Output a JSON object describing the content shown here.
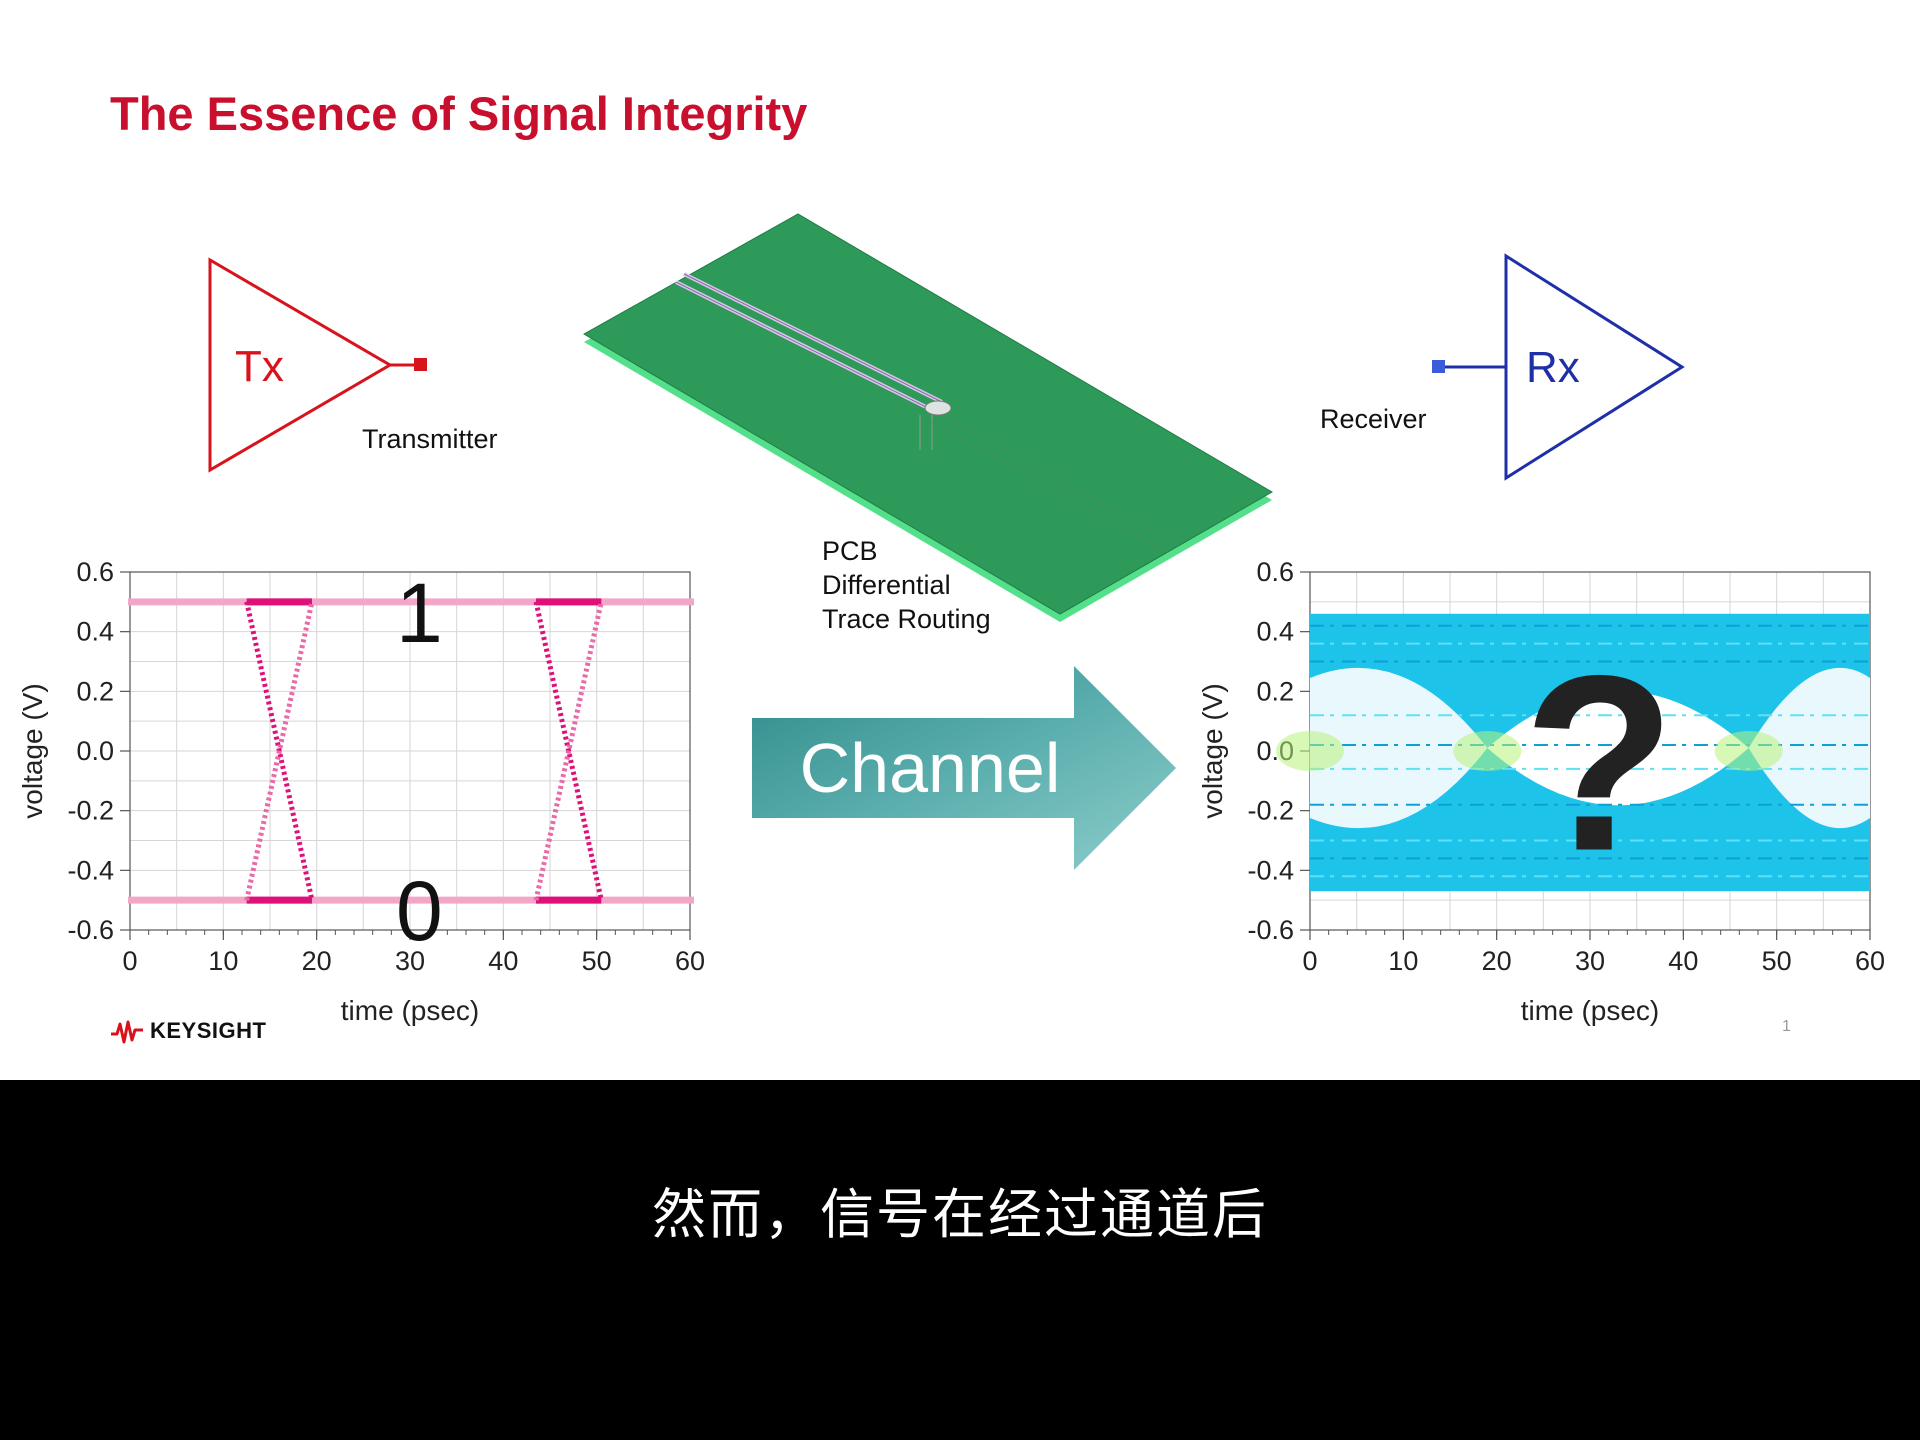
{
  "slide": {
    "title": "The Essence of Signal Integrity",
    "tx": {
      "symbol": "Tx",
      "label": "Transmitter",
      "color": "#d8131c"
    },
    "rx": {
      "symbol": "Rx",
      "label": "Receiver",
      "color": "#1f2fa8"
    },
    "pcb": {
      "label_lines": [
        "PCB",
        "Differential",
        "Trace Routing"
      ]
    },
    "channel_label": "Channel",
    "brand": "KEYSIGHT",
    "page_number": "1",
    "question_mark": "?"
  },
  "subtitle": "然而，信号在经过通道后",
  "chart_data": [
    {
      "type": "line",
      "name_hint": "transmitted eye diagram",
      "xlabel": "time (psec)",
      "ylabel": "voltage (V)",
      "xlim": [
        0,
        60
      ],
      "ylim": [
        -0.6,
        0.6
      ],
      "x_ticks": [
        "0",
        "10",
        "20",
        "30",
        "40",
        "50",
        "60"
      ],
      "y_ticks": [
        "0.6",
        "0.4",
        "0.2",
        "0.0",
        "-0.2",
        "-0.4",
        "-0.6"
      ],
      "annotations": [
        {
          "text": "1",
          "x": 31,
          "y": 0.5
        },
        {
          "text": "0",
          "x": 31,
          "y": -0.5
        }
      ],
      "high_level": 0.5,
      "low_level": -0.5,
      "transitions": [
        {
          "start": 12.5,
          "end": 19.5
        },
        {
          "start": 43.5,
          "end": 50.5
        }
      ],
      "color": "#e0107a",
      "grid": true
    },
    {
      "type": "scatter",
      "name_hint": "received eye diagram",
      "xlabel": "time (psec)",
      "ylabel": "voltage (V)",
      "xlim": [
        0,
        60
      ],
      "ylim": [
        -0.6,
        0.6
      ],
      "x_ticks": [
        "0",
        "10",
        "20",
        "30",
        "40",
        "50",
        "60"
      ],
      "y_ticks": [
        "0.6",
        "0.4",
        "0.2",
        "0.0",
        "-0.2",
        "-0.4",
        "-0.6"
      ],
      "envelope": {
        "y_top": 0.46,
        "y_bottom": -0.47
      },
      "eye_openings": [
        {
          "x_start": 19,
          "x_end": 47,
          "y_top": 0.24,
          "y_bottom": -0.22
        }
      ],
      "crossings_x": [
        0,
        19,
        47
      ],
      "overlay_text": "?",
      "color": "#1ec3ea",
      "grid": true
    }
  ]
}
